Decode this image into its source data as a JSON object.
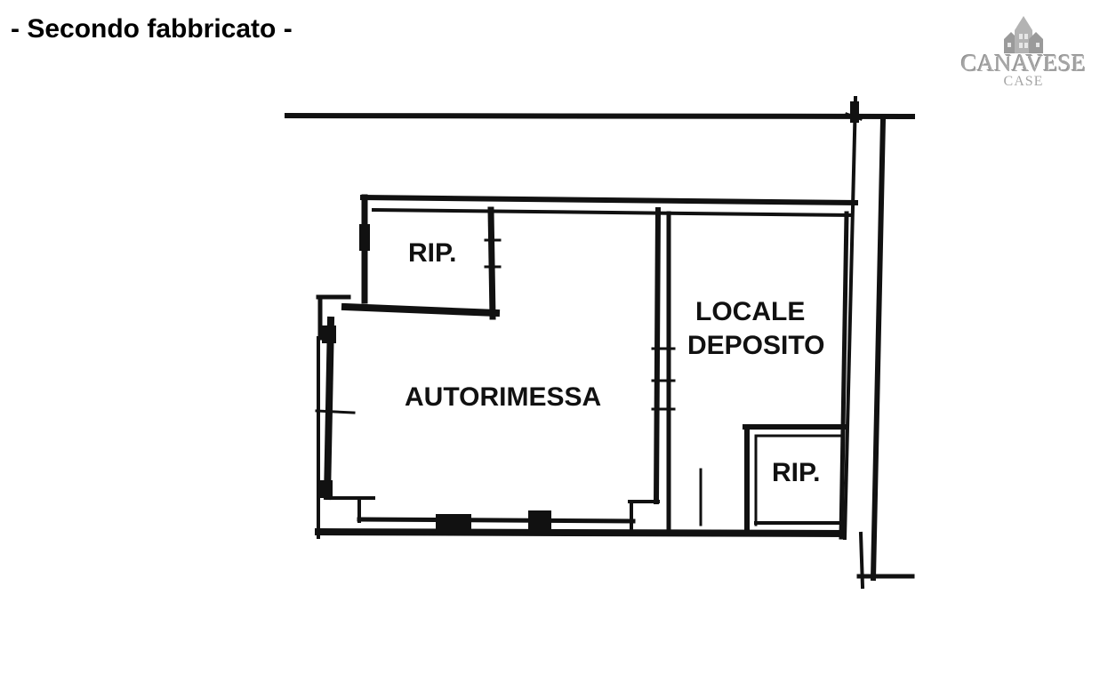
{
  "header": {
    "title": "- Secondo fabbricato -"
  },
  "logo": {
    "brand": "CANAVESE",
    "sub": "CASE",
    "icon": "houses-icon",
    "color": "#a6a6a6"
  },
  "rooms": {
    "rip_top": "RIP.",
    "autorimessa": "AUTORIMESSA",
    "locale_line1": "LOCALE",
    "locale_line2": "DEPOSITO",
    "rip_bottom": "RIP."
  },
  "colors": {
    "wall": "#111111",
    "background": "#ffffff"
  }
}
